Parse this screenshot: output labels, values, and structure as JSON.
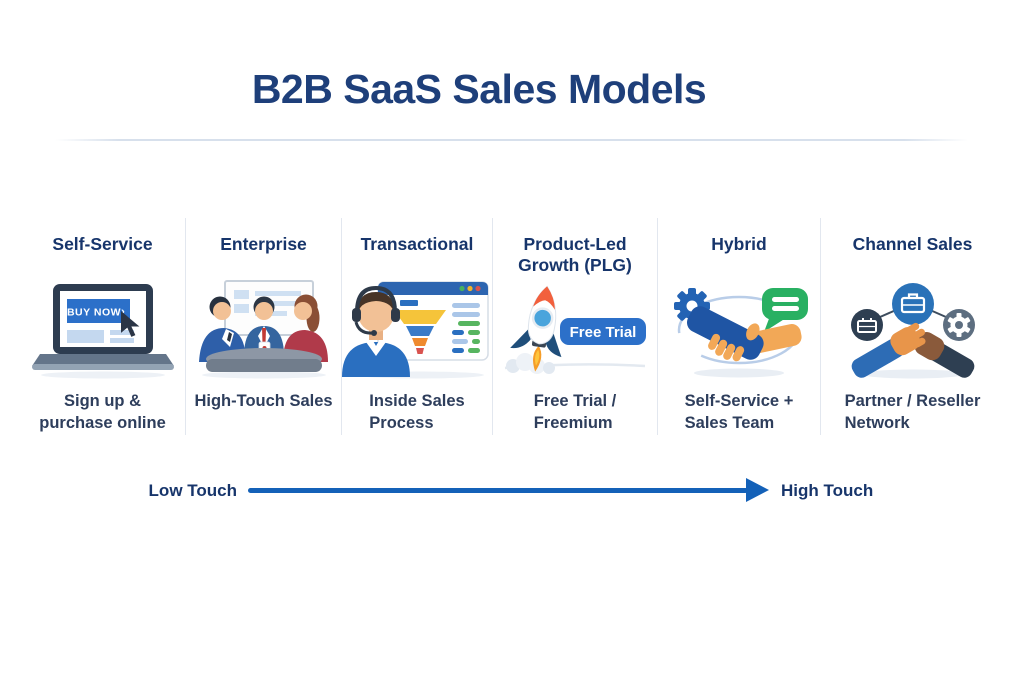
{
  "title": "B2B SaaS Sales Models",
  "columns": [
    {
      "id": "self-service",
      "heading_lines": [
        "Self-Service"
      ],
      "description_lines": [
        "Sign up &",
        "purchase online"
      ],
      "icon": "laptop-buy-now",
      "cta_label": "BUY NOW",
      "cta_chevron": "›"
    },
    {
      "id": "enterprise",
      "heading_lines": [
        "Enterprise"
      ],
      "description_lines": [
        "High-Touch Sales"
      ],
      "icon": "meeting-table"
    },
    {
      "id": "transactional",
      "heading_lines": [
        "Transactional"
      ],
      "description_lines": [
        "Inside Sales",
        "Process"
      ],
      "icon": "support-agent-dashboard"
    },
    {
      "id": "product-led-growth",
      "heading_lines": [
        "Product-Led",
        "Growth (PLG)"
      ],
      "description_lines": [
        "Free Trial /",
        "Freemium"
      ],
      "icon": "rocket-free-trial",
      "cta_label": "Free Trial"
    },
    {
      "id": "hybrid",
      "heading_lines": [
        "Hybrid"
      ],
      "description_lines": [
        "Self-Service +",
        "Sales Team"
      ],
      "icon": "handshake-gear-chat"
    },
    {
      "id": "channel-sales",
      "heading_lines": [
        "Channel Sales"
      ],
      "description_lines": [
        "Partner / Reseller",
        "Network"
      ],
      "icon": "partner-network-handshake"
    }
  ],
  "touch_scale": {
    "left_label": "Low Touch",
    "right_label": "High Touch"
  },
  "colors": {
    "title_navy": "#1e3f7a",
    "heading_navy": "#17356b",
    "description_slate": "#2e3e5c",
    "arrow_blue": "#1461b8",
    "accent_blue": "#2c70c9",
    "divider_gray": "#e2e7ef",
    "gear_blue": "#2363b4",
    "bubble_green": "#29b062",
    "funnel_yellow": "#f5c43a",
    "funnel_orange": "#ef8a2e",
    "funnel_red": "#d9534f"
  }
}
